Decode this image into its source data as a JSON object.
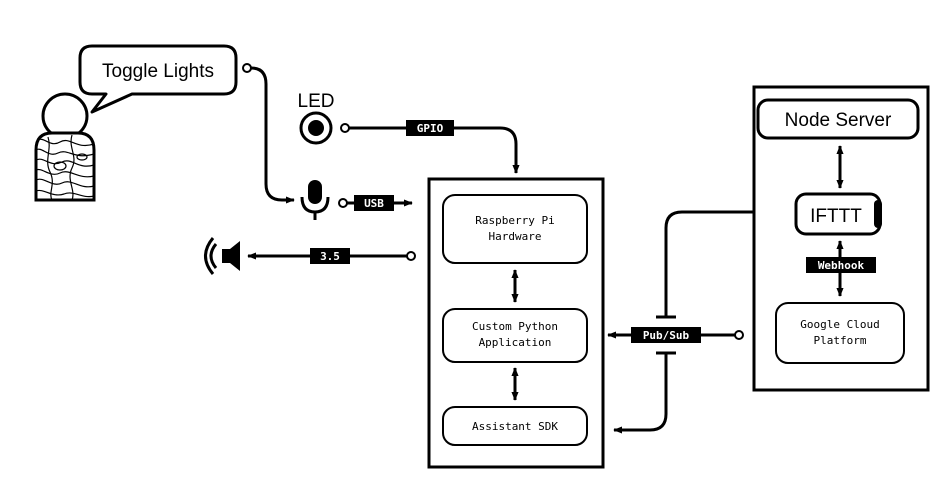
{
  "speech": {
    "text": "Toggle Lights"
  },
  "led": {
    "label": "LED"
  },
  "connectors": {
    "gpio": "GPIO",
    "usb": "USB",
    "audio": "3.5",
    "pubsub": "Pub/Sub",
    "webhook": "Webhook"
  },
  "device": {
    "hardware": [
      "Raspberry Pi",
      "Hardware"
    ],
    "app": [
      "Custom Python",
      "Application"
    ],
    "sdk": "Assistant SDK"
  },
  "cloud": {
    "node_server": "Node Server",
    "ifttt": "IFTTT",
    "gcp": [
      "Google Cloud",
      "Platform"
    ]
  },
  "icons": {
    "user": "user-icon",
    "speech": "speech-bubble",
    "led": "led-icon",
    "mic": "microphone-icon",
    "speaker": "speaker-icon"
  }
}
